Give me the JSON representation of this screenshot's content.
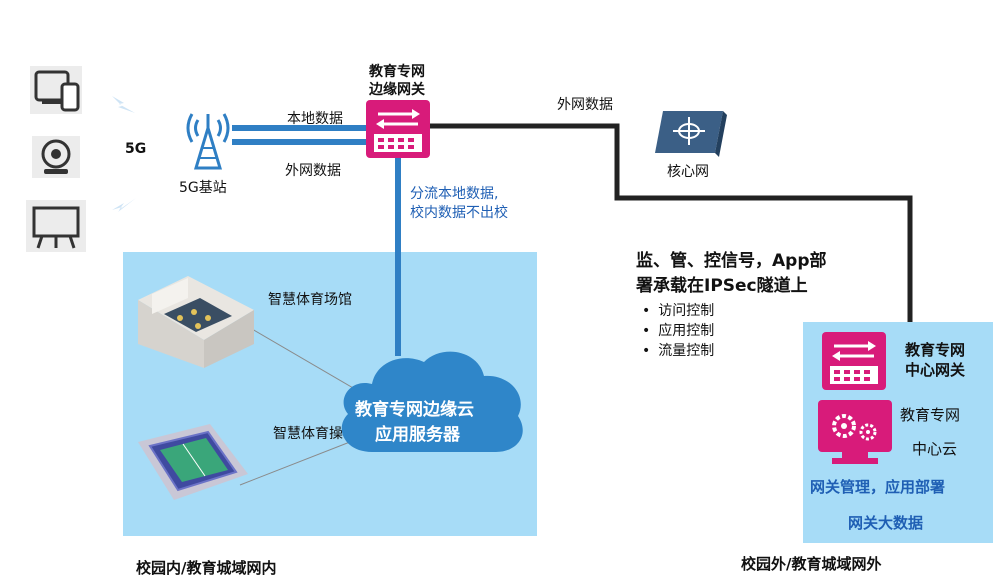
{
  "diagram": {
    "labels": {
      "g5": "5G",
      "base_station": "5G基站",
      "local_data": "本地数据",
      "external_data_left": "外网数据",
      "edge_gateway_line1": "教育专网",
      "edge_gateway_line2": "边缘网关",
      "external_data_right": "外网数据",
      "core_network": "核心网",
      "offload_line1": "分流本地数据,",
      "offload_line2": "校内数据不出校",
      "deploy_line1": "监、管、控信号，App部",
      "deploy_line2": "署承载在IPSec隧道上",
      "bullets": [
        "访问控制",
        "应用控制",
        "流量控制"
      ],
      "gym": "智慧体育场馆",
      "playground": "智慧体育操场",
      "cloud_line1": "教育专网边缘云",
      "cloud_line2": "应用服务器",
      "center_gateway_line1": "教育专网",
      "center_gateway_line2": "中心网关",
      "center_cloud_line1": "教育专网",
      "center_cloud_line2": "中心云",
      "gateway_mgmt": "网关管理，应用部署",
      "gateway_bigdata": "网关大数据",
      "campus_inside": "校园内/教育城域网内",
      "campus_outside": "校园外/教育城域网外"
    },
    "colors": {
      "campus_panel": "#a7dcf7",
      "center_panel": "#a7dcf7",
      "blue_link": "#2f7fc4",
      "dark_link": "#222222",
      "gateway_pink": "#d81b7a",
      "core_blue": "#3b5f86"
    },
    "icons": [
      "device-icon",
      "camera-icon",
      "board-icon",
      "antenna-icon",
      "gateway-icon",
      "core-network-icon",
      "cloud-icon",
      "gear-icon"
    ]
  }
}
